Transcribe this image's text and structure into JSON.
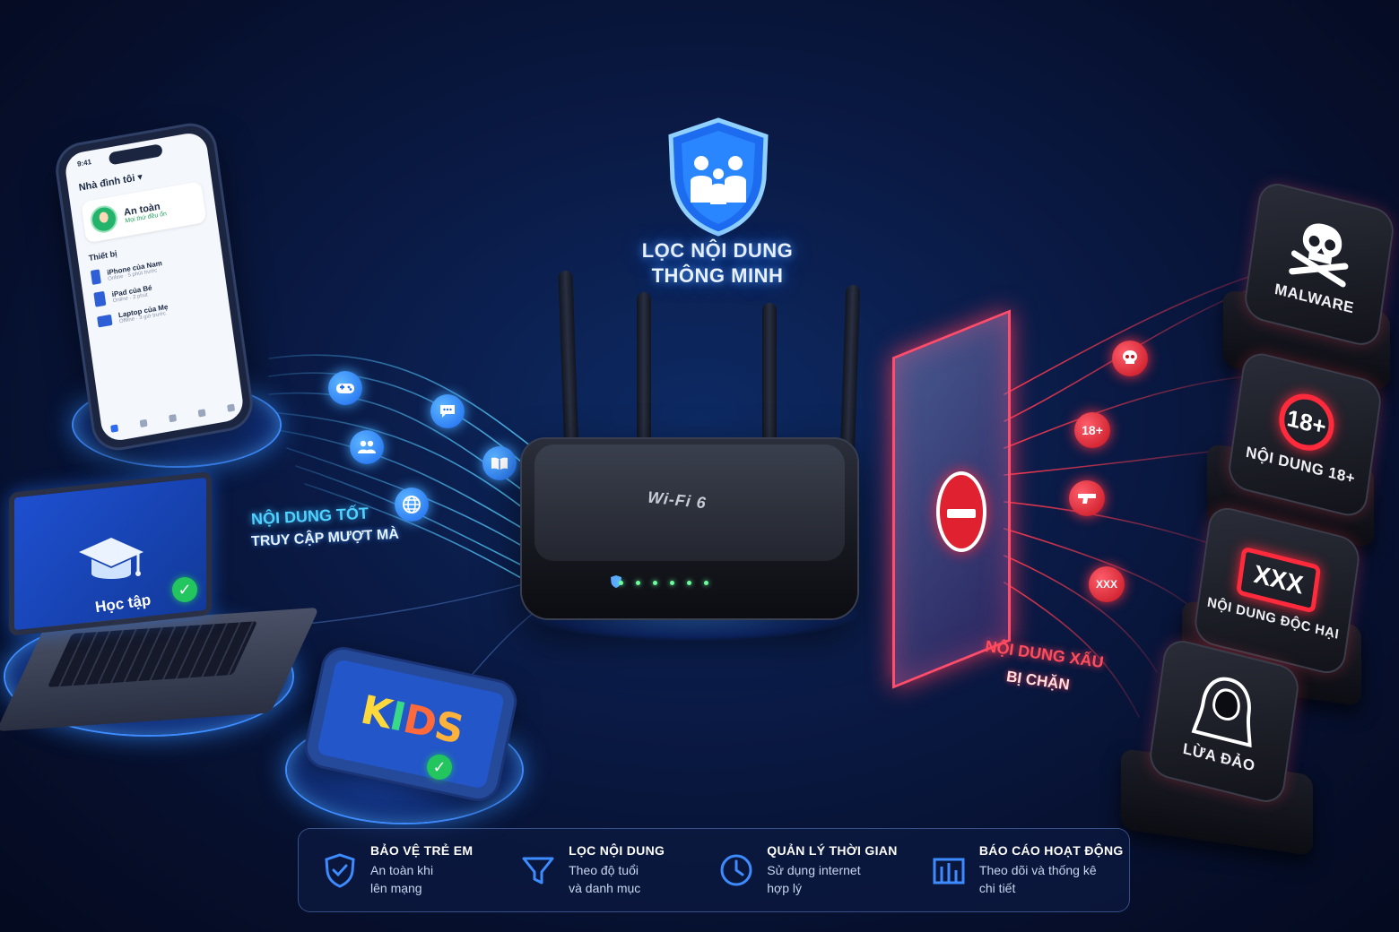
{
  "center": {
    "title_line1": "LỌC NỘI DUNG",
    "title_line2": "THÔNG MINH",
    "shield_icon": "family-shield-icon"
  },
  "phone": {
    "time": "9:41",
    "header": "Nhà đình tôi ▾",
    "status_title": "An toàn",
    "status_sub": "Mọi thứ đều ổn",
    "section": "Thiết bị",
    "devices": [
      {
        "name": "iPhone của Nam",
        "sub": "Online · 5 phút trước"
      },
      {
        "name": "iPad của Bé",
        "sub": "Online · 2 phút"
      },
      {
        "name": "Laptop của Mẹ",
        "sub": "Offline · 3 giờ trước"
      }
    ]
  },
  "laptop": {
    "label": "Học tập",
    "icon": "graduation-cap-icon"
  },
  "tablet": {
    "label_letters": [
      "K",
      "I",
      "D",
      "S"
    ]
  },
  "good_content": {
    "line1": "NỘI DUNG TỐT",
    "line2": "TRUY CẬP MƯỢT MÀ"
  },
  "router": {
    "label": "Wi-Fi 6"
  },
  "bad_content": {
    "line1": "NỘI DUNG XẤU",
    "line2": "BỊ CHẶN"
  },
  "bad_bubbles": {
    "b18": "18+",
    "bxxx": "XXX"
  },
  "threats": [
    {
      "label": "MALWARE",
      "icon": "skull-icon"
    },
    {
      "label": "NỘI DUNG 18+",
      "badge": "18+"
    },
    {
      "label": "NỘI DUNG ĐỘC HẠI",
      "badge": "XXX"
    },
    {
      "label": "LỪA ĐẢO",
      "icon": "hooded-hacker-icon"
    }
  ],
  "features": [
    {
      "title": "BẢO VỆ TRẺ EM",
      "desc1": "An toàn khi",
      "desc2": "lên mạng",
      "icon": "shield-check-icon"
    },
    {
      "title": "LỌC NỘI DUNG",
      "desc1": "Theo độ tuổi",
      "desc2": "và danh mục",
      "icon": "filter-icon"
    },
    {
      "title": "QUẢN LÝ THỜI GIAN",
      "desc1": "Sử dụng internet",
      "desc2": "hợp lý",
      "icon": "clock-icon"
    },
    {
      "title": "BÁO CÁO HOẠT ĐỘNG",
      "desc1": "Theo dõi và thống kê",
      "desc2": "chi tiết",
      "icon": "report-chart-icon"
    }
  ],
  "colors": {
    "good": "#2f8cff",
    "bad": "#ff2a3c",
    "background": "#0a1a45"
  }
}
